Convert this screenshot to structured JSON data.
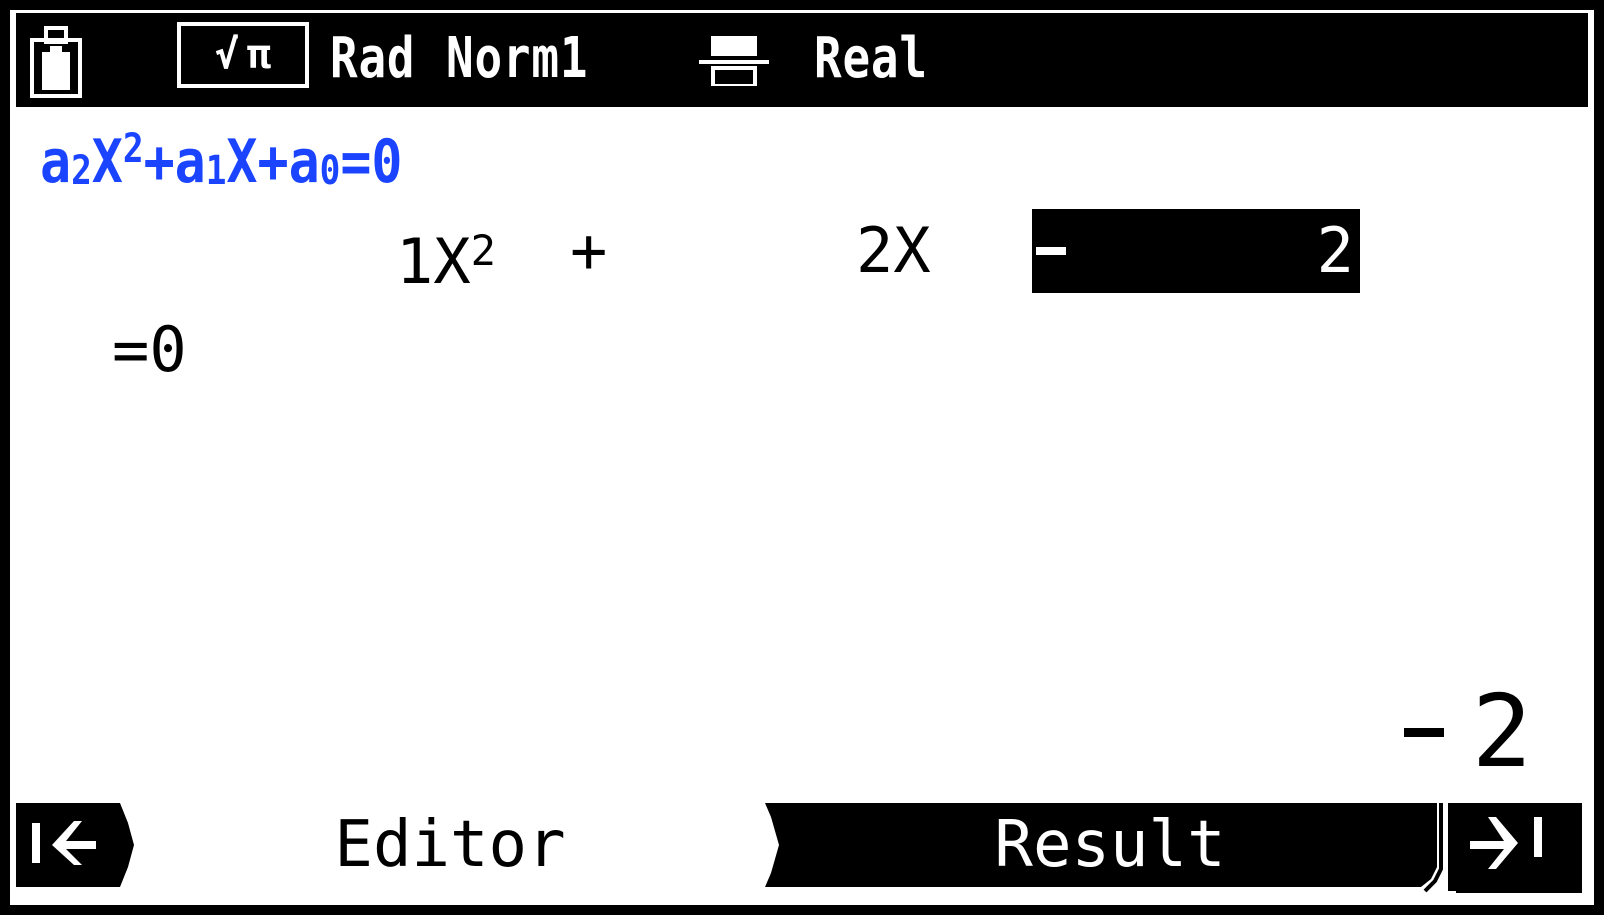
{
  "status_bar": {
    "battery_icon": "battery-full-icon",
    "calc_mode": {
      "sqrt": "√",
      "pi": "π"
    },
    "angle_unit": "Rad",
    "display_format": "Norm1",
    "fraction_icon": "fraction-format-icon",
    "complex_mode": "Real"
  },
  "formula": {
    "a2": "a",
    "a2_sub": "2",
    "x1": "X",
    "sq": "2",
    "plus1": "+",
    "a1": "a",
    "a1_sub": "1",
    "x2": "X",
    "plus2": "+",
    "a0": "a",
    "a0_sub": "0",
    "eq": "=0"
  },
  "equation": {
    "a2_coef": "1",
    "x_sq_var": "X",
    "x_sq_exp": "2",
    "op1": "+",
    "a1_coef": "2",
    "x_var": "X",
    "a0_sign": "-",
    "a0_value": "2",
    "equals_zero": "=0"
  },
  "result_preview": {
    "value": "2",
    "sign": "-"
  },
  "tabs": {
    "nav_left_icon": "jump-to-start-icon",
    "editor": "Editor",
    "result": "Result",
    "nav_right_icon": "jump-to-end-icon"
  },
  "colors": {
    "formula_blue": "#1a44ff",
    "screen_bg": "#ffffff",
    "bar_bg": "#000000"
  }
}
